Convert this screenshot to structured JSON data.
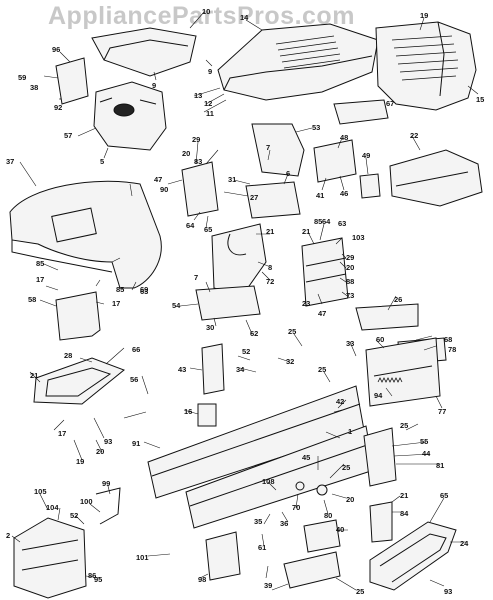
{
  "watermark": "AppliancePartsPros.com",
  "callouts": [
    {
      "id": "c10",
      "text": "10"
    },
    {
      "id": "c9a",
      "text": "9"
    },
    {
      "id": "c9b",
      "text": "9"
    },
    {
      "id": "c14",
      "text": "14"
    },
    {
      "id": "c19",
      "text": "19"
    },
    {
      "id": "c15",
      "text": "15"
    },
    {
      "id": "c96",
      "text": "96"
    },
    {
      "id": "c59",
      "text": "59"
    },
    {
      "id": "c38",
      "text": "38"
    },
    {
      "id": "c92",
      "text": "92"
    },
    {
      "id": "c13",
      "text": "13"
    },
    {
      "id": "c12",
      "text": "12"
    },
    {
      "id": "c11",
      "text": "11"
    },
    {
      "id": "c57",
      "text": "57"
    },
    {
      "id": "c67",
      "text": "67"
    },
    {
      "id": "c5",
      "text": "5"
    },
    {
      "id": "c53",
      "text": "53"
    },
    {
      "id": "c22",
      "text": "22"
    },
    {
      "id": "c29",
      "text": "29"
    },
    {
      "id": "c20a",
      "text": "20"
    },
    {
      "id": "c83a",
      "text": "83"
    },
    {
      "id": "c7a",
      "text": "7"
    },
    {
      "id": "c48",
      "text": "48"
    },
    {
      "id": "c37",
      "text": "37"
    },
    {
      "id": "c63",
      "text": "63"
    },
    {
      "id": "c47",
      "text": "47"
    },
    {
      "id": "c90",
      "text": "90"
    },
    {
      "id": "c31",
      "text": "31"
    },
    {
      "id": "c6",
      "text": "6"
    },
    {
      "id": "c41",
      "text": "41"
    },
    {
      "id": "c46",
      "text": "46"
    },
    {
      "id": "c49",
      "text": "49"
    },
    {
      "id": "c27",
      "text": "27"
    },
    {
      "id": "c64a",
      "text": "64"
    },
    {
      "id": "c65",
      "text": "65"
    },
    {
      "id": "c21a",
      "text": "21"
    },
    {
      "id": "c21b",
      "text": "21"
    },
    {
      "id": "c85a",
      "text": "85"
    },
    {
      "id": "c64b",
      "text": "64"
    },
    {
      "id": "c63b",
      "text": "63"
    },
    {
      "id": "c103",
      "text": "103"
    },
    {
      "id": "c29b",
      "text": "29"
    },
    {
      "id": "c20b",
      "text": "20"
    },
    {
      "id": "c8",
      "text": "8"
    },
    {
      "id": "c72",
      "text": "72"
    },
    {
      "id": "c88",
      "text": "88"
    },
    {
      "id": "c73",
      "text": "73"
    },
    {
      "id": "c85b",
      "text": "85"
    },
    {
      "id": "c17a",
      "text": "17"
    },
    {
      "id": "c69",
      "text": "69"
    },
    {
      "id": "c85c",
      "text": "85"
    },
    {
      "id": "c17b",
      "text": "17"
    },
    {
      "id": "c7b",
      "text": "7"
    },
    {
      "id": "c23",
      "text": "23"
    },
    {
      "id": "c47b",
      "text": "47"
    },
    {
      "id": "c58",
      "text": "58"
    },
    {
      "id": "c54",
      "text": "54"
    },
    {
      "id": "c30",
      "text": "30"
    },
    {
      "id": "c62",
      "text": "62"
    },
    {
      "id": "c26a",
      "text": "26"
    },
    {
      "id": "c68",
      "text": "68"
    },
    {
      "id": "c78",
      "text": "78"
    },
    {
      "id": "c66",
      "text": "66"
    },
    {
      "id": "c28",
      "text": "28"
    },
    {
      "id": "c25a",
      "text": "25"
    },
    {
      "id": "c52",
      "text": "52"
    },
    {
      "id": "c32",
      "text": "32"
    },
    {
      "id": "c33",
      "text": "33"
    },
    {
      "id": "c60",
      "text": "60"
    },
    {
      "id": "c43",
      "text": "43"
    },
    {
      "id": "c34",
      "text": "34"
    },
    {
      "id": "c21c",
      "text": "21"
    },
    {
      "id": "c25b",
      "text": "25"
    },
    {
      "id": "c94",
      "text": "94"
    },
    {
      "id": "c77",
      "text": "77"
    },
    {
      "id": "c56",
      "text": "56"
    },
    {
      "id": "c16",
      "text": "16"
    },
    {
      "id": "c42",
      "text": "42"
    },
    {
      "id": "c17c",
      "text": "17"
    },
    {
      "id": "c93a",
      "text": "93"
    },
    {
      "id": "c25c",
      "text": "25"
    },
    {
      "id": "c19b",
      "text": "19"
    },
    {
      "id": "c20c",
      "text": "20"
    },
    {
      "id": "c91",
      "text": "91"
    },
    {
      "id": "c1",
      "text": "1"
    },
    {
      "id": "c55",
      "text": "55"
    },
    {
      "id": "c44",
      "text": "44"
    },
    {
      "id": "c81",
      "text": "81"
    },
    {
      "id": "c45",
      "text": "45"
    },
    {
      "id": "c25d",
      "text": "25"
    },
    {
      "id": "c99",
      "text": "99"
    },
    {
      "id": "c105",
      "text": "105"
    },
    {
      "id": "c100",
      "text": "100"
    },
    {
      "id": "c104",
      "text": "104"
    },
    {
      "id": "c52b",
      "text": "52"
    },
    {
      "id": "c2",
      "text": "2"
    },
    {
      "id": "c108",
      "text": "108"
    },
    {
      "id": "c70",
      "text": "70"
    },
    {
      "id": "c20d",
      "text": "20"
    },
    {
      "id": "c21d",
      "text": "21"
    },
    {
      "id": "c80",
      "text": "80"
    },
    {
      "id": "c35",
      "text": "35"
    },
    {
      "id": "c36",
      "text": "36"
    },
    {
      "id": "c40",
      "text": "40"
    },
    {
      "id": "c84",
      "text": "84"
    },
    {
      "id": "c65b",
      "text": "65"
    },
    {
      "id": "c24",
      "text": "24"
    },
    {
      "id": "c101",
      "text": "101"
    },
    {
      "id": "c61",
      "text": "61"
    },
    {
      "id": "c95",
      "text": "95"
    },
    {
      "id": "c86",
      "text": "86"
    },
    {
      "id": "c98",
      "text": "98"
    },
    {
      "id": "c39",
      "text": "39"
    },
    {
      "id": "c25e",
      "text": "25"
    },
    {
      "id": "c93b",
      "text": "93"
    }
  ]
}
